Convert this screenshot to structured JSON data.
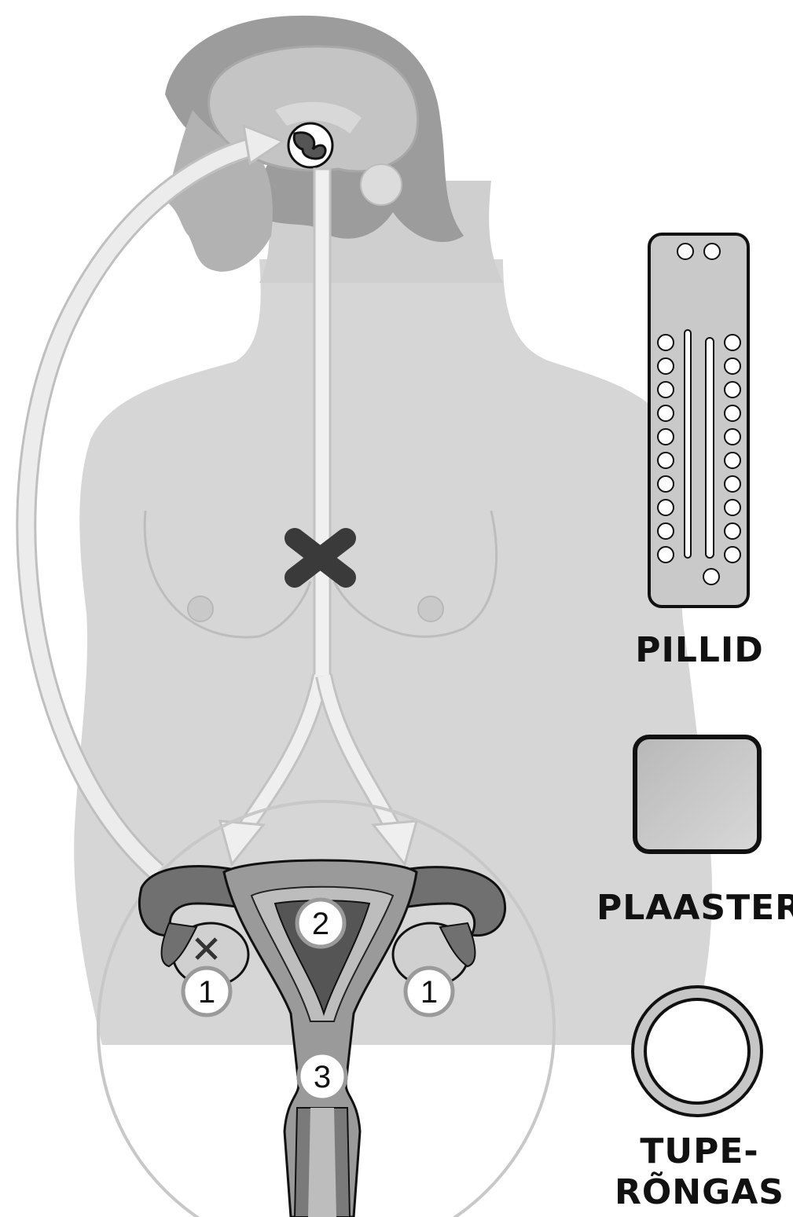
{
  "markers": {
    "ovary_left": "1",
    "ovary_right": "1",
    "uterus": "2",
    "cervix": "3"
  },
  "methods": [
    {
      "label": "PILLID"
    },
    {
      "label": "PLAASTER"
    },
    {
      "label_line1": "TUPE-",
      "label_line2": "RÕNGAS"
    }
  ],
  "icons": {
    "pill_pack": "pill-pack-icon",
    "patch": "patch-icon",
    "ring": "vaginal-ring-icon",
    "blocked": "x-icon"
  },
  "colors": {
    "body": "#d4d4d4",
    "head": "#9b9b9b",
    "uterus_dark": "#707070",
    "uterus_mid": "#9a9a9a",
    "uterus_light": "#bdbdbd",
    "arrow": "#e2e2e2",
    "outline": "#111111"
  }
}
